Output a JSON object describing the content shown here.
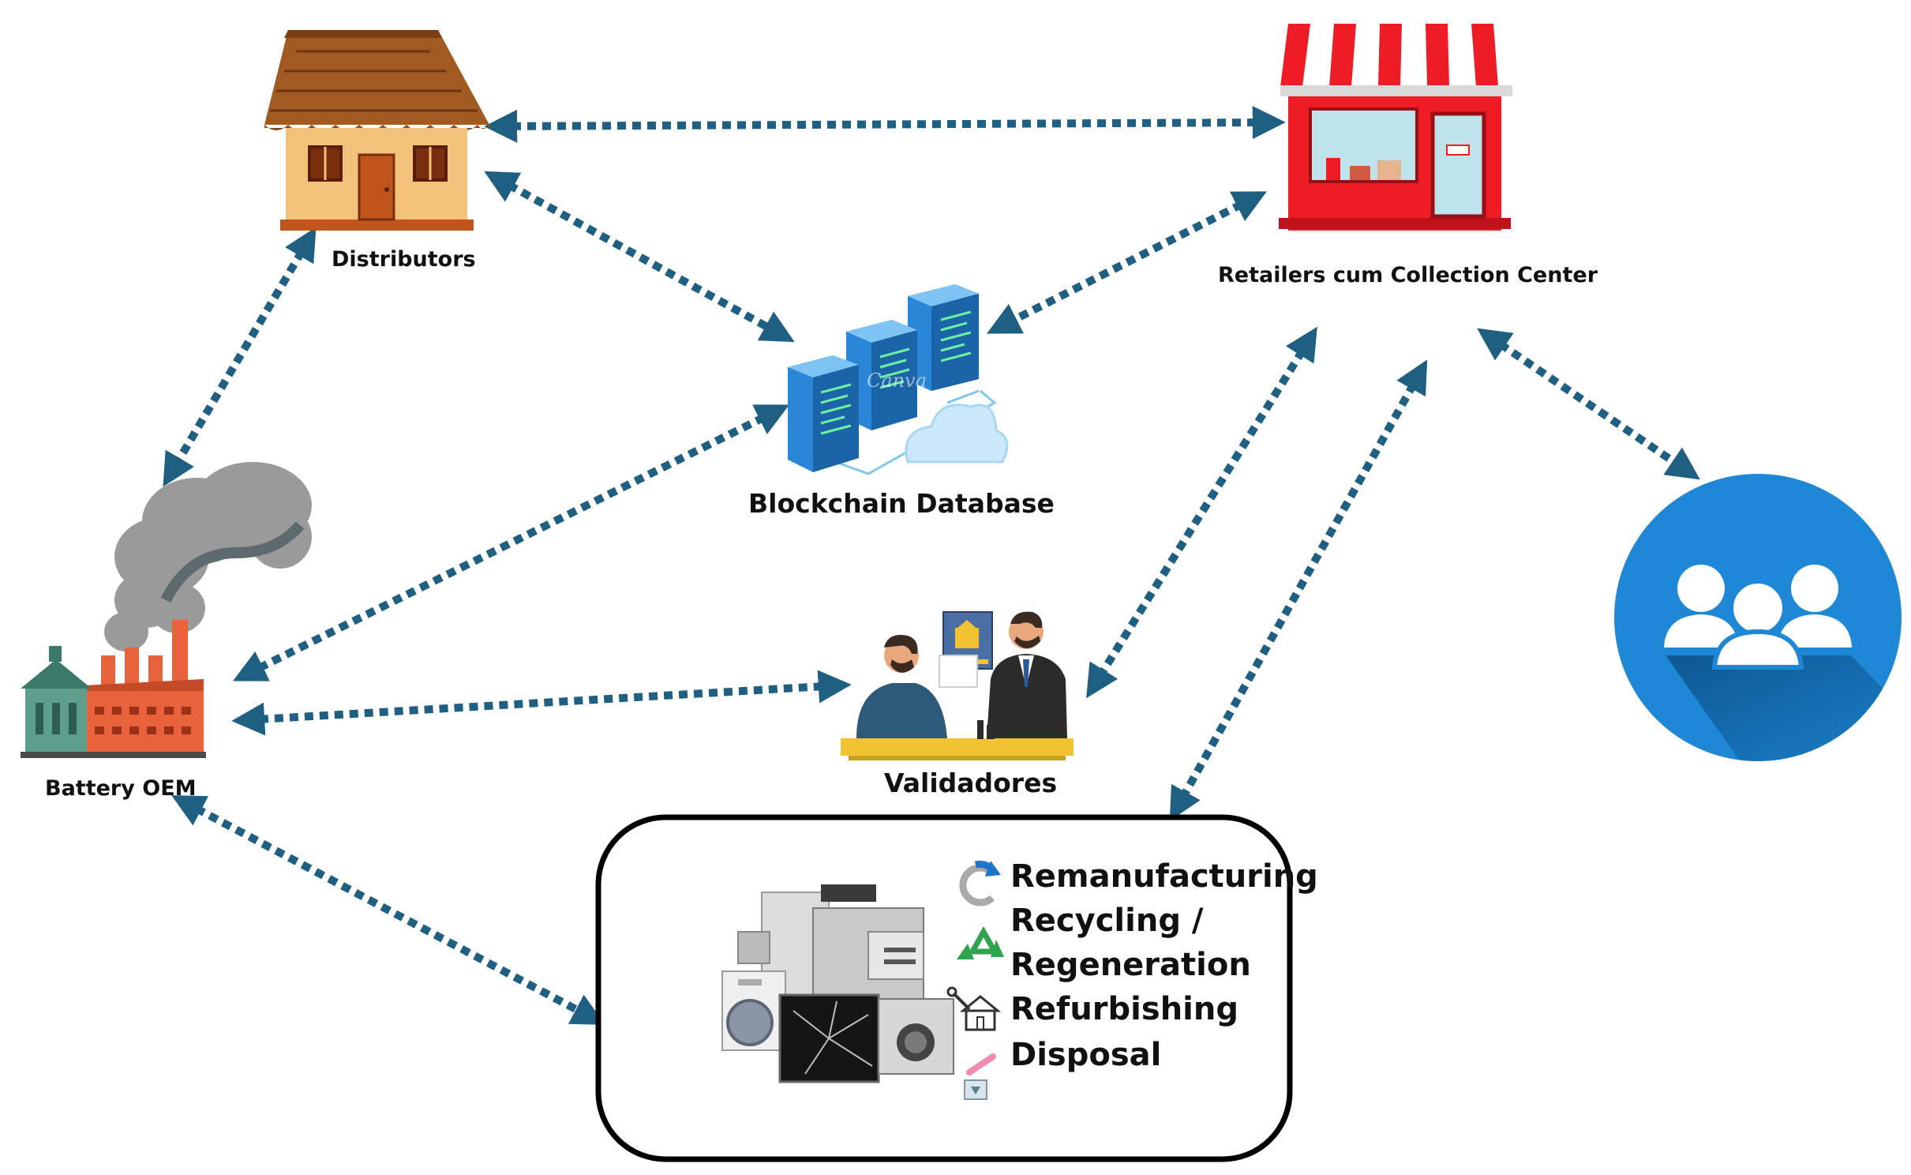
{
  "nodes": {
    "distributors": "Distributors",
    "retailers": "Retailers cum Collection Center",
    "blockchain": "Blockchain Database",
    "battery_oem": "Battery OEM",
    "validators": "Validadores",
    "consumers": ""
  },
  "processes": {
    "items": [
      "Remanufacturing",
      "Recycling /",
      "Regeneration",
      "Refurbishing",
      "Disposal"
    ]
  },
  "watermark": "Canva",
  "colors": {
    "arrow": "#1f5f82",
    "consumer_circle": "#1e88d6",
    "shop_red": "#ee1c25",
    "house_wall": "#f3c27a",
    "roof": "#a05a22",
    "factory_brick": "#e8623c",
    "server_blue": "#2a86d6"
  },
  "icons": [
    "house-icon",
    "shop-icon",
    "server-stack-icon",
    "factory-icon",
    "meeting-icon",
    "user-group-icon",
    "e-waste-pile-icon",
    "remanufacture-icon",
    "recycle-icon",
    "refurbish-icon",
    "disposal-icon"
  ]
}
